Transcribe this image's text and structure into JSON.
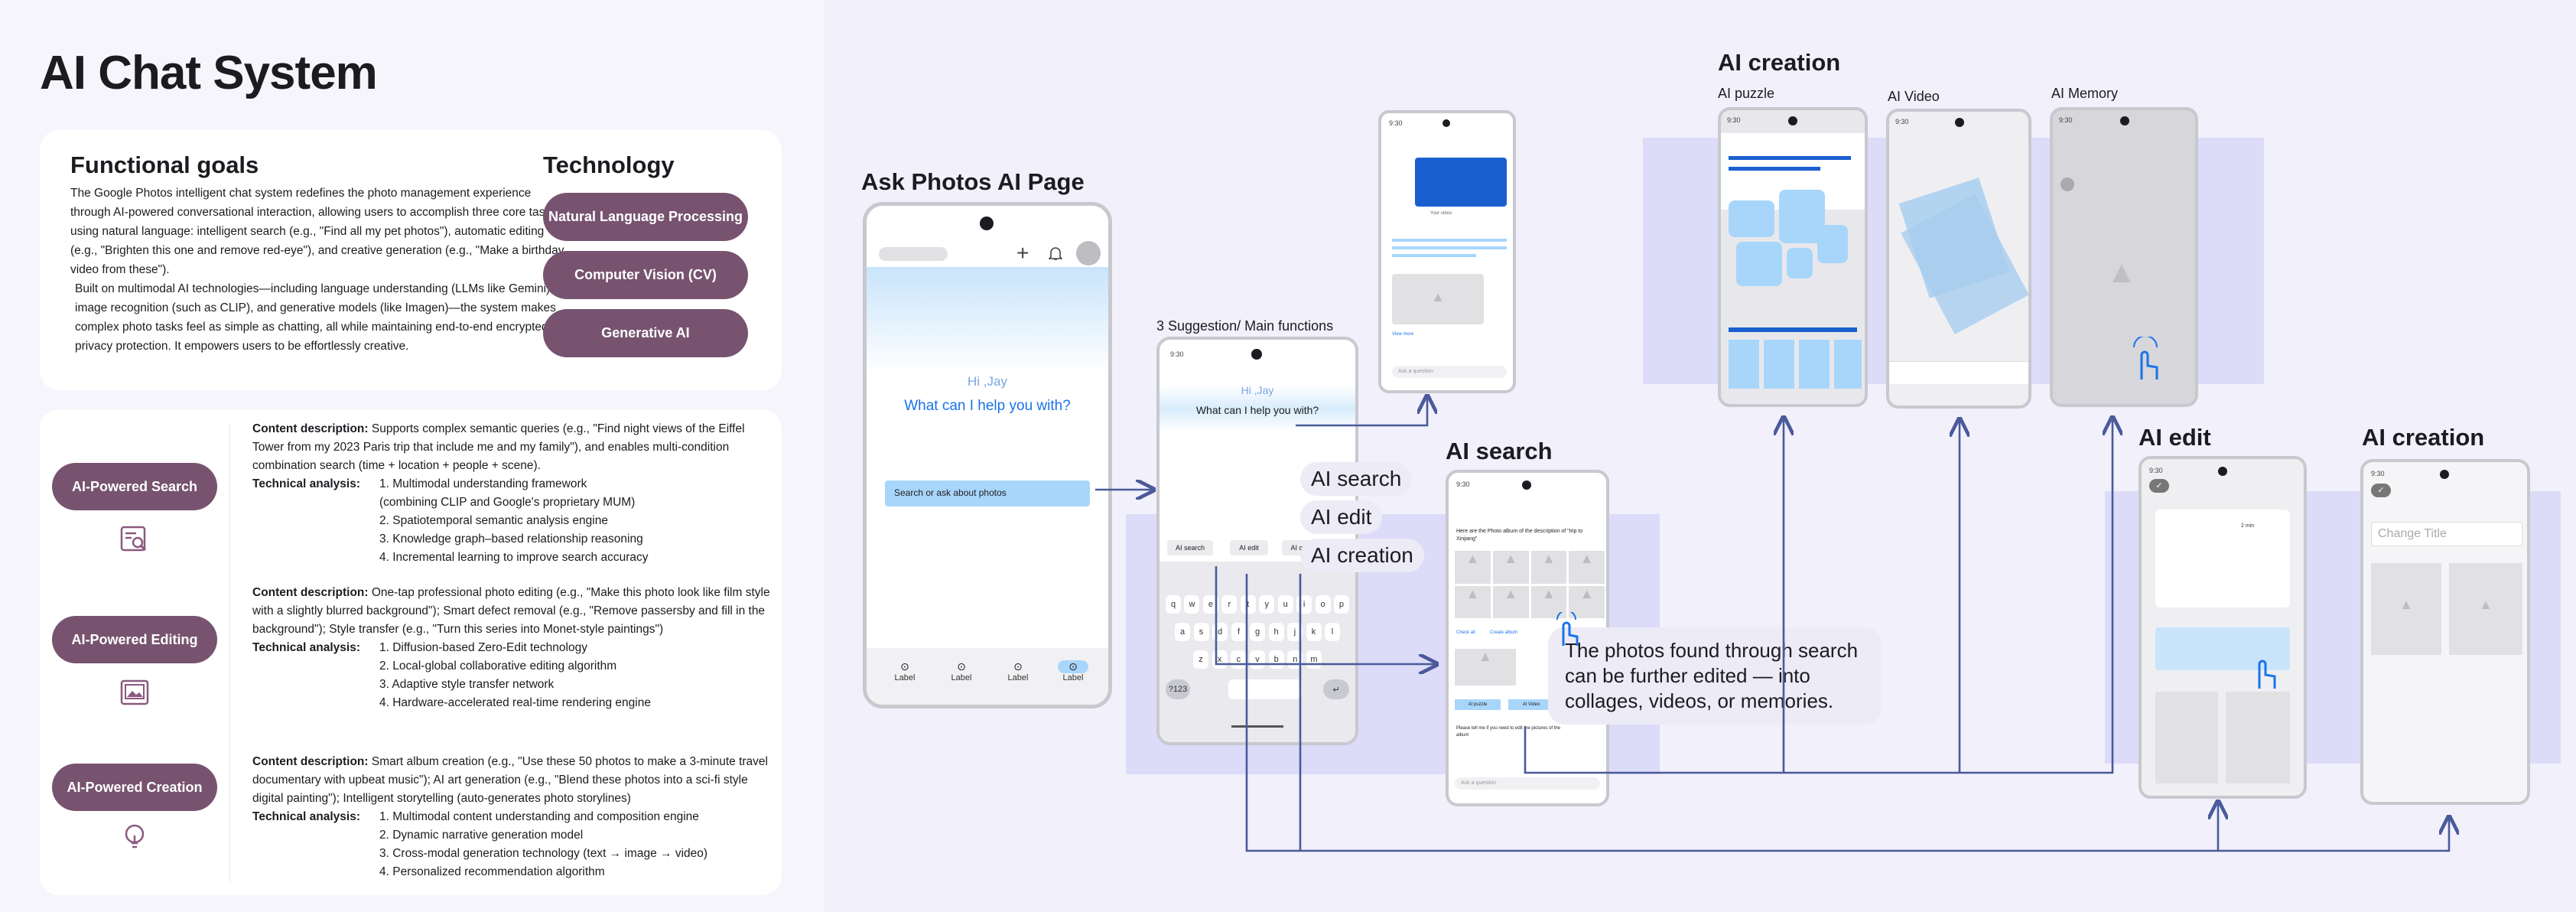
{
  "page": {
    "title": "AI Chat System"
  },
  "goals": {
    "title": "Functional goals",
    "body1": "The Google Photos intelligent chat system redefines the photo management experience through AI-powered conversational interaction, allowing users to accomplish three core tasks using natural language: intelligent search (e.g., \"Find all my pet photos\"), automatic editing (e.g., \"Brighten this one and remove red-eye\"), and creative generation (e.g., \"Make a birthday video from these\").",
    "body2": "Built on multimodal AI technologies—including language understanding (LLMs like Gemini), image recognition (such as CLIP), and generative models (like Imagen)—the system makes complex photo tasks feel as simple as chatting, all while maintaining end-to-end encrypted privacy protection. It empowers users to be effortlessly creative."
  },
  "technology": {
    "title": "Technology",
    "items": [
      "Natural Language Processing",
      "Computer Vision (CV)",
      "Generative AI"
    ]
  },
  "features": [
    {
      "label": "AI-Powered Search",
      "icon": "image-search-icon",
      "content_label": "Content description:",
      "content": "Supports complex semantic queries (e.g., \"Find night views of the Eiffel Tower from my 2023 Paris trip that include me and my family\"), and enables multi-condition combination search (time + location + people + scene).",
      "tech_label": "Technical analysis:",
      "tech": [
        "1. Multimodal understanding framework",
        "(combining CLIP and Google's proprietary MUM)",
        "2. Spatiotemporal semantic analysis engine",
        "3. Knowledge graph–based relationship reasoning",
        "4. Incremental learning to improve search accuracy"
      ]
    },
    {
      "label": "AI-Powered Editing",
      "icon": "photo-edit-icon",
      "content_label": "Content description:",
      "content": "One-tap professional photo editing (e.g., \"Make this photo look like film style with a slightly blurred background\"); Smart defect removal (e.g., \"Remove passersby and fill in the background\"); Style transfer (e.g., \"Turn this series into Monet-style paintings\")",
      "tech_label": "Technical analysis:",
      "tech": [
        "1. Diffusion-based Zero-Edit technology",
        "2. Local-global collaborative editing algorithm",
        "3. Adaptive style transfer network",
        "4. Hardware-accelerated real-time rendering engine"
      ]
    },
    {
      "label": "AI-Powered Creation",
      "icon": "lightbulb-icon",
      "content_label": "Content description:",
      "content": "Smart album creation (e.g., \"Use these 50 photos to make a 3-minute travel documentary with upbeat music\"); AI art generation (e.g., \"Blend these photos into a sci-fi style digital painting\"); Intelligent storytelling (auto-generates photo storylines)",
      "tech_label": "Technical analysis:",
      "tech": [
        "1. Multimodal content understanding and composition engine",
        "2. Dynamic narrative generation model",
        "3. Cross-modal generation technology (text → image → video)",
        "4. Personalized recommendation algorithm"
      ]
    }
  ],
  "flow": {
    "ask_title": "Ask Photos AI Page",
    "suggestion_title": "3 Suggestion/ Main functions",
    "ai_search_title": "AI search",
    "ai_creation_title": "AI creation",
    "ai_puzzle": "AI puzzle",
    "ai_video": "AI Video",
    "ai_memory": "AI Memory",
    "ai_edit_title": "AI edit",
    "ai_creation_title2": "AI creation",
    "pills": [
      "AI search",
      "AI edit",
      "AI creation"
    ],
    "tooltip": "The photos found through search can be further edited — into collages, videos, or memories."
  },
  "phone_main": {
    "greeting": "Hi ,Jay",
    "question": "What can I help you with?",
    "search_placeholder": "Search or ask about photos",
    "nav": [
      "Label",
      "Label",
      "Label",
      "Label"
    ]
  },
  "phone_sugg": {
    "time": "9:30",
    "greeting": "Hi ,Jay",
    "question": "What can I help you with?",
    "chips": [
      "AI search",
      "AI edit",
      "AI creation"
    ],
    "keys_row1": [
      "q",
      "w",
      "e",
      "r",
      "t",
      "y",
      "u",
      "i",
      "o",
      "p"
    ],
    "keys_row2": [
      "a",
      "s",
      "d",
      "f",
      "g",
      "h",
      "j",
      "k",
      "l"
    ],
    "keys_row3": [
      "z",
      "x",
      "c",
      "v",
      "b",
      "n",
      "m"
    ],
    "key_special": "?123"
  },
  "phone_search": {
    "time": "9:30",
    "intro": "Here are the Photo album of the description of \"trip to Xinjiang\"",
    "btn1": "Check all",
    "btn2": "Create album",
    "chip1": "AI puzzle",
    "chip2": "AI Video",
    "followup": "Please tell me if you need to edit the pictures of the album",
    "ask": "Ask a question"
  },
  "phone_top": {
    "time": "9:30",
    "caption": "Your video",
    "ask": "Ask a question",
    "view": "View more"
  },
  "phone_puzzle": {
    "time": "9:30"
  },
  "phone_video": {
    "time": "9:30"
  },
  "phone_memory": {
    "time": "9:30"
  },
  "phone_edit": {
    "time": "9:30",
    "chip": "2 min"
  },
  "phone_creation": {
    "time": "9:30",
    "title_placeholder": "Change Title"
  },
  "colors": {
    "accent": "#77536f",
    "blue": "#1a73e8",
    "arrow": "#4a5a9a",
    "band": "#dcdcf8"
  }
}
